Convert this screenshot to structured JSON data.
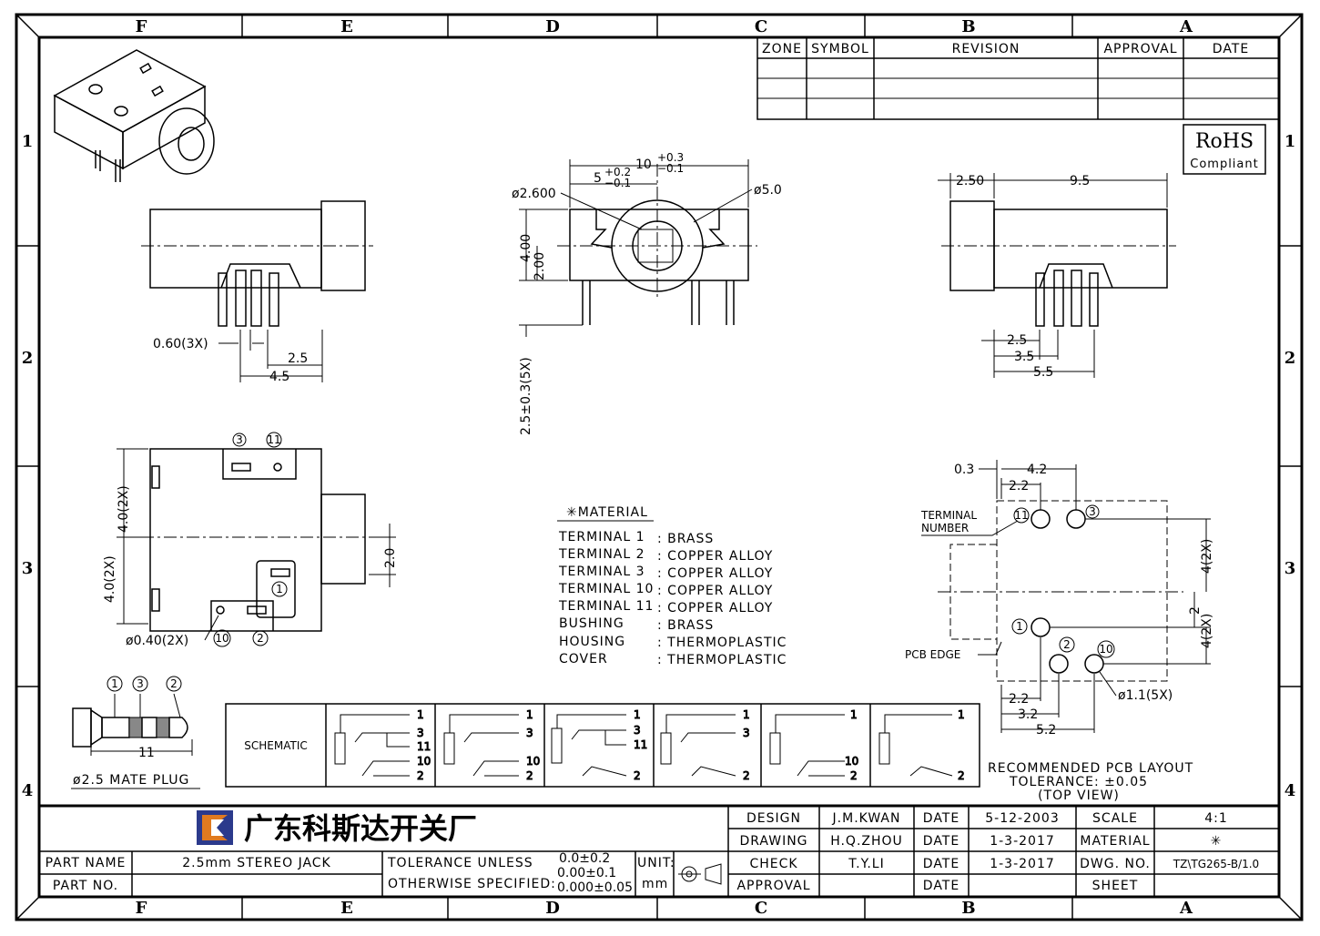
{
  "zones": {
    "columns": [
      "F",
      "E",
      "D",
      "C",
      "B",
      "A"
    ],
    "rows": [
      "1",
      "2",
      "3",
      "4"
    ]
  },
  "revision_table": {
    "headers": [
      "ZONE",
      "SYMBOL",
      "REVISION",
      "APPROVAL",
      "DATE"
    ]
  },
  "rohs": {
    "title": "RoHS",
    "subtitle": "Compliant"
  },
  "dims": {
    "side_pin_width": "0.60(3X)",
    "side_2_5": "2.5",
    "side_4_5": "4.5",
    "front_width": "10",
    "front_width_tol_plus": "+0.3",
    "front_width_tol_minus": "−0.1",
    "front_5": "5",
    "front_5_tol_plus": "+0.2",
    "front_5_tol_minus": "−0.1",
    "front_d2600": "ø2.600",
    "front_d5": "ø5.0",
    "front_400": "4.00",
    "front_200": "2.00",
    "front_pin_len": "2.5±0.3(5X)",
    "right_250": "2.50",
    "right_95": "9.5",
    "right_25": "2.5",
    "right_35": "3.5",
    "right_55": "5.5",
    "bottom_40_top": "4.0(2X)",
    "bottom_40_bot": "4.0(2X)",
    "bottom_20": "2.0",
    "bottom_hole": "ø0.40(2X)",
    "pcb_03": "0.3",
    "pcb_42": "4.2",
    "pcb_22_top": "2.2",
    "pcb_4_2x_a": "4(2X)",
    "pcb_2": "2",
    "pcb_4_2x_b": "4(2X)",
    "pcb_22_bot": "2.2",
    "pcb_32": "3.2",
    "pcb_52": "5.2",
    "pcb_hole": "ø1.1(5X)",
    "plug_11": "11"
  },
  "terminal_labels": {
    "t3": "3",
    "t11": "11",
    "t1": "1",
    "t10": "10",
    "t2": "2"
  },
  "pcb_labels": {
    "terminal_number_1": "TERMINAL",
    "terminal_number_2": "NUMBER",
    "pcb_edge": "PCB EDGE"
  },
  "pcb_caption": {
    "line1": "RECOMMENDED PCB LAYOUT",
    "line2": "TOLERANCE: ±0.05",
    "line3": "(TOP VIEW)"
  },
  "material": {
    "title": "✳MATERIAL",
    "rows": [
      {
        "part": "TERMINAL  1",
        "mat": ": BRASS"
      },
      {
        "part": "TERMINAL  2",
        "mat": ": COPPER  ALLOY"
      },
      {
        "part": "TERMINAL  3",
        "mat": ": COPPER  ALLOY"
      },
      {
        "part": "TERMINAL  10",
        "mat": ": COPPER  ALLOY"
      },
      {
        "part": "TERMINAL  11",
        "mat": ": COPPER  ALLOY"
      },
      {
        "part": "BUSHING",
        "mat": ": BRASS"
      },
      {
        "part": "HOUSING",
        "mat": ": THERMOPLASTIC"
      },
      {
        "part": "COVER",
        "mat": ": THERMOPLASTIC"
      }
    ]
  },
  "plug": {
    "label": "ø2.5 MATE PLUG",
    "c1": "1",
    "c3": "3",
    "c2": "2"
  },
  "schematic": {
    "label": "SCHEMATIC",
    "cells": [
      [
        "1",
        "3",
        "11",
        "10",
        "2"
      ],
      [
        "1",
        "3",
        "10",
        "2"
      ],
      [
        "1",
        "3",
        "11",
        "2"
      ],
      [
        "1",
        "3",
        "2"
      ],
      [
        "1",
        "10",
        "2"
      ],
      [
        "1",
        "2"
      ]
    ]
  },
  "title_block": {
    "company": "广东科斯达开关厂",
    "part_name_label": "PART NAME",
    "part_name": "2.5mm STEREO JACK",
    "part_no_label": "PART NO.",
    "tolerance_1": "TOLERANCE UNLESS",
    "tolerance_2": "OTHERWISE SPECIFIED:",
    "tol_a": "0.0±0.2",
    "tol_b": "0.00±0.1",
    "tol_c": "0.000±0.05",
    "unit_label": "UNIT:",
    "unit": "mm",
    "rows": [
      {
        "role": "DESIGN",
        "name": "J.M.KWAN",
        "date_label": "DATE",
        "date": "5-12-2003",
        "k": "SCALE",
        "v": "4:1"
      },
      {
        "role": "DRAWING",
        "name": "H.Q.ZHOU",
        "date_label": "DATE",
        "date": "1-3-2017",
        "k": "MATERIAL",
        "v": "✳"
      },
      {
        "role": "CHECK",
        "name": "T.Y.LI",
        "date_label": "DATE",
        "date": "1-3-2017",
        "k": "DWG. NO.",
        "v": "TZ\\TG265-B/1.0"
      },
      {
        "role": "APPROVAL",
        "name": "",
        "date_label": "DATE",
        "date": "",
        "k": "SHEET",
        "v": ""
      }
    ]
  },
  "colors": {
    "logo_blue": "#2b3a8c",
    "logo_orange": "#e07a1f"
  }
}
